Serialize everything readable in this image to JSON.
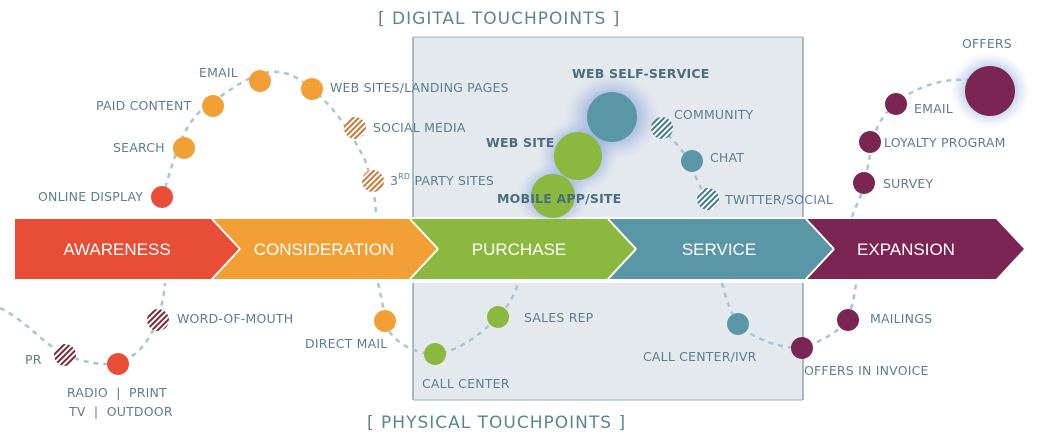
{
  "headings": {
    "digital": "[ DIGITAL TOUCHPOINTS ]",
    "physical": "[ PHYSICAL TOUCHPOINTS ]"
  },
  "stages": [
    {
      "label": "AWARENESS",
      "color": "#e84e36"
    },
    {
      "label": "CONSIDERATION",
      "color": "#f29f36"
    },
    {
      "label": "PURCHASE",
      "color": "#8bb83e"
    },
    {
      "label": "SERVICE",
      "color": "#5a97a6"
    },
    {
      "label": "EXPANSION",
      "color": "#7a2552"
    }
  ],
  "digital": {
    "awareness": {
      "online_display": "ONLINE DISPLAY",
      "search": "SEARCH",
      "paid_content": "PAID CONTENT",
      "email": "EMAIL"
    },
    "consideration": {
      "web_sites": "WEB SITES/LANDING PAGES",
      "social_media": "SOCIAL MEDIA",
      "third_party_prefix": "3",
      "third_party_sup": "RD",
      "third_party_suffix": " PARTY SITES"
    },
    "purchase": {
      "web_self_service": "WEB SELF-SERVICE",
      "web_site": "WEB SITE",
      "mobile_app": "MOBILE APP/SITE"
    },
    "service": {
      "community": "COMMUNITY",
      "chat": "CHAT",
      "twitter": "TWITTER/SOCIAL"
    },
    "expansion": {
      "offers": "OFFERS",
      "email": "EMAIL",
      "loyalty": "LOYALTY PROGRAM",
      "survey": "SURVEY"
    }
  },
  "physical": {
    "pr": "PR",
    "word_of_mouth": "WORD-OF-MOUTH",
    "radio_print": "RADIO  |  PRINT",
    "tv_outdoor": "TV  |  OUTDOOR",
    "direct_mail": "DIRECT MAIL",
    "call_center": "CALL CENTER",
    "sales_rep": "SALES REP",
    "call_center_ivr": "CALL CENTER/IVR",
    "offers_in_invoice": "OFFERS IN INVOICE",
    "mailings": "MAILINGS"
  },
  "colors": {
    "awareness": "#e84e36",
    "consideration": "#f29f36",
    "purchase": "#8bb83e",
    "service": "#5a97a6",
    "expansion": "#7a2552",
    "text": "#5b7f8e",
    "path": "#a9c6d3"
  }
}
